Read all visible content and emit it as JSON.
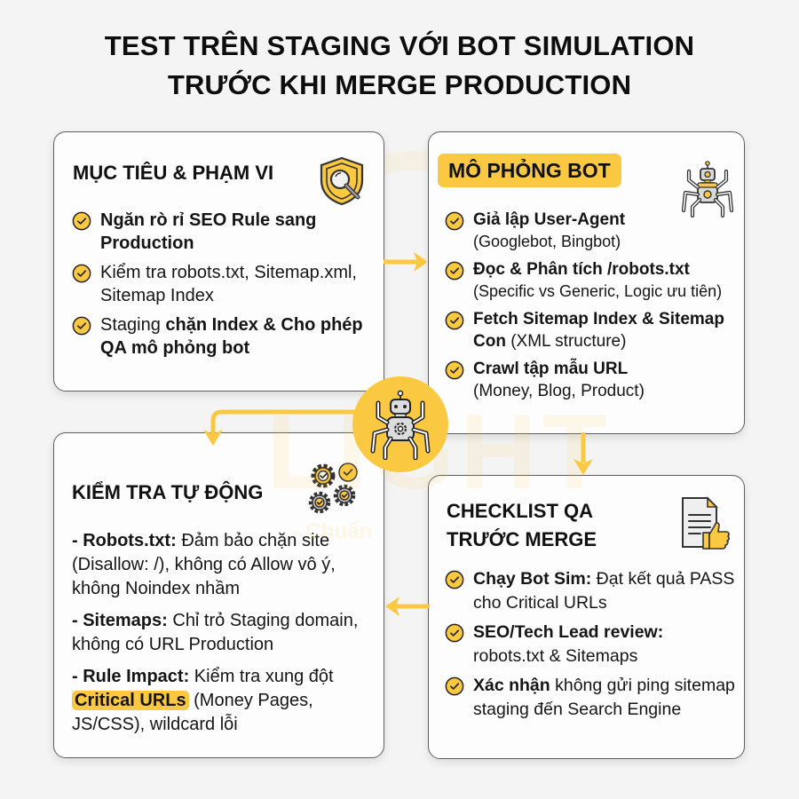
{
  "header": {
    "title_line1": "TEST TRÊN STAGING VỚI BOT SIMULATION",
    "title_line2": "TRƯỚC KHI MERGE PRODUCTION"
  },
  "colors": {
    "accent": "#fbc841",
    "text": "#111111",
    "card_border": "#5f5f5f",
    "background": "#f4f4f4"
  },
  "watermark": {
    "text": "LIGHT",
    "sub": "- Chuẩn"
  },
  "cards": {
    "goals": {
      "title": "MỤC TIÊU & PHẠM VI",
      "icon": "shield-search-icon",
      "items": [
        {
          "bold": "Ngăn rò rỉ SEO Rule sang Production",
          "normal": ""
        },
        {
          "bold": "",
          "normal": "Kiểm tra robots.txt, Sitemap.xml, Sitemap Index"
        },
        {
          "normal": "Staging ",
          "bold": "chặn Index & Cho phép QA mô phỏng bot"
        }
      ]
    },
    "bot_sim": {
      "title": "MÔ PHỎNG BOT",
      "icon": "robot-spider-icon",
      "items": [
        {
          "bold": "Giả lập User-Agent",
          "sub": "(Googlebot, Bingbot)"
        },
        {
          "bold": "Đọc & Phân tích /robots.txt",
          "sub": "(Specific vs Generic, Logic ưu tiên)"
        },
        {
          "bold": "Fetch Sitemap Index & Sitemap Con",
          "normal": " (XML structure)"
        },
        {
          "bold": "Crawl tập mẫu URL",
          "sub": "(Money, Blog, Product)"
        }
      ]
    },
    "auto_check": {
      "title": "KIỂM TRA TỰ ĐỘNG",
      "icon": "gears-check-icon",
      "items": [
        {
          "bold": "- Robots.txt:",
          "normal": " Đảm bảo chặn site (Disallow: /), không có Allow vô ý, không Noindex nhầm"
        },
        {
          "bold": "- Sitemaps:",
          "normal": " Chỉ trỏ Staging domain, không có URL Production"
        },
        {
          "bold": "- Rule Impact:",
          "normal": " Kiểm tra xung đột ",
          "highlight": "Critical URLs",
          "tail": " (Money Pages, JS/CSS), wildcard lỗi"
        }
      ]
    },
    "checklist": {
      "title_line1": "CHECKLIST QA",
      "title_line2": "TRƯỚC MERGE",
      "icon": "document-thumbs-up-icon",
      "items": [
        {
          "bold": "Chạy Bot Sim:",
          "normal": " Đạt kết quả PASS cho Critical URLs"
        },
        {
          "bold": "SEO/Tech Lead review:",
          "normal": " robots.txt & Sitemaps"
        },
        {
          "bold": "Xác nhận",
          "normal": " không gửi ping sitemap staging đến Search Engine"
        }
      ]
    }
  },
  "hub": {
    "icon": "robot-spider-gear-icon"
  },
  "flow": [
    {
      "from": "goals",
      "to": "bot_sim",
      "direction": "right"
    },
    {
      "from": "bot_sim",
      "to": "checklist",
      "direction": "down"
    },
    {
      "from": "checklist",
      "to": "auto_check",
      "direction": "left"
    },
    {
      "from": "hub",
      "to": "auto_check",
      "direction": "down-left"
    }
  ]
}
